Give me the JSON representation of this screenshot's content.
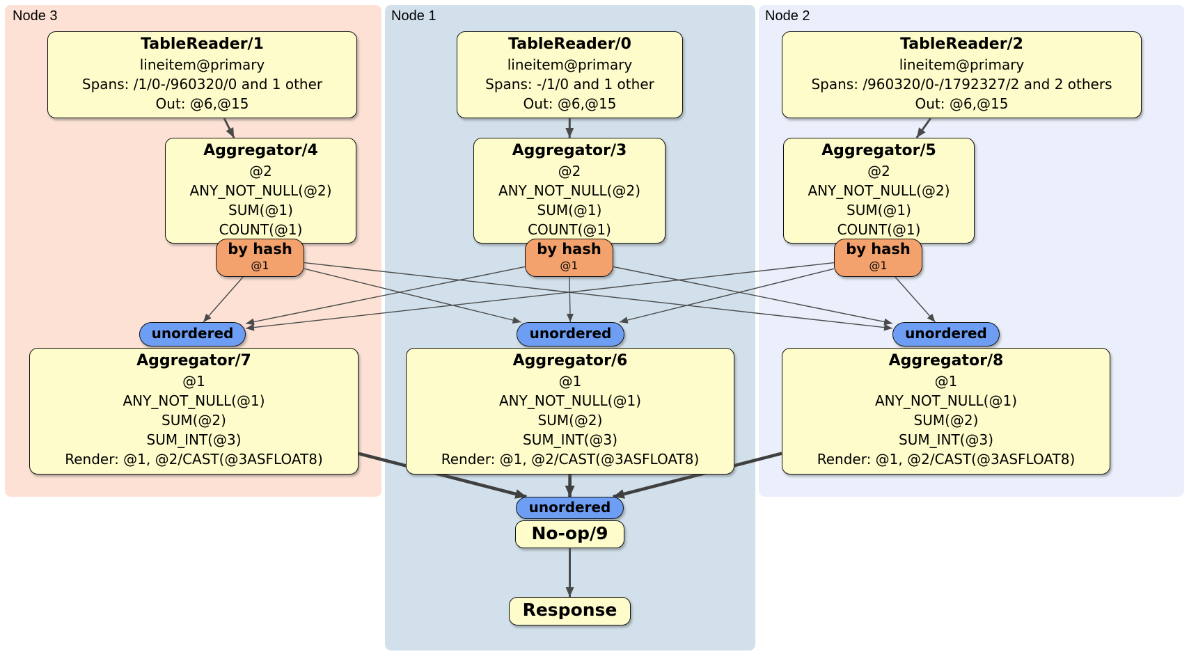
{
  "panels": {
    "node3": {
      "label": "Node 3"
    },
    "node1": {
      "label": "Node 1"
    },
    "node2": {
      "label": "Node 2"
    }
  },
  "processors": {
    "tablereader1": {
      "title": "TableReader/1",
      "lines": [
        "lineitem@primary",
        "Spans: /1/0-/960320/0 and 1 other",
        "Out: @6,@15"
      ]
    },
    "tablereader0": {
      "title": "TableReader/0",
      "lines": [
        "lineitem@primary",
        "Spans: -/1/0 and 1 other",
        "Out: @6,@15"
      ]
    },
    "tablereader2": {
      "title": "TableReader/2",
      "lines": [
        "lineitem@primary",
        "Spans: /960320/0-/1792327/2 and 2 others",
        "Out: @6,@15"
      ]
    },
    "aggregator4": {
      "title": "Aggregator/4",
      "lines": [
        "@2",
        "ANY_NOT_NULL(@2)",
        "SUM(@1)",
        "COUNT(@1)"
      ]
    },
    "aggregator3": {
      "title": "Aggregator/3",
      "lines": [
        "@2",
        "ANY_NOT_NULL(@2)",
        "SUM(@1)",
        "COUNT(@1)"
      ]
    },
    "aggregator5": {
      "title": "Aggregator/5",
      "lines": [
        "@2",
        "ANY_NOT_NULL(@2)",
        "SUM(@1)",
        "COUNT(@1)"
      ]
    },
    "router4": {
      "label": "by hash",
      "detail": "@1"
    },
    "router3": {
      "label": "by hash",
      "detail": "@1"
    },
    "router5": {
      "label": "by hash",
      "detail": "@1"
    },
    "sync7": {
      "label": "unordered"
    },
    "sync6": {
      "label": "unordered"
    },
    "sync8": {
      "label": "unordered"
    },
    "aggregator7": {
      "title": "Aggregator/7",
      "lines": [
        "@1",
        "ANY_NOT_NULL(@1)",
        "SUM(@2)",
        "SUM_INT(@3)",
        "Render: @1, @2/CAST(@3ASFLOAT8)"
      ]
    },
    "aggregator6": {
      "title": "Aggregator/6",
      "lines": [
        "@1",
        "ANY_NOT_NULL(@1)",
        "SUM(@2)",
        "SUM_INT(@3)",
        "Render: @1, @2/CAST(@3ASFLOAT8)"
      ]
    },
    "aggregator8": {
      "title": "Aggregator/8",
      "lines": [
        "@1",
        "ANY_NOT_NULL(@1)",
        "SUM(@2)",
        "SUM_INT(@3)",
        "Render: @1, @2/CAST(@3ASFLOAT8)"
      ]
    },
    "sync9": {
      "label": "unordered"
    },
    "noop9": {
      "title": "No-op/9"
    },
    "response": {
      "title": "Response"
    }
  },
  "colors": {
    "panel_node3": "#fce1d4",
    "panel_node1": "#d1e0ea",
    "panel_node2": "#eaeffb",
    "processor_fill": "#fdfcca",
    "router_fill": "#f4a26d",
    "sync_fill": "#6d9ef3",
    "edge": "#4a4a4a"
  },
  "edges": [
    {
      "from": "tablereader-1",
      "to": "aggregator-4",
      "style": "medium"
    },
    {
      "from": "tablereader-0",
      "to": "aggregator-3",
      "style": "medium"
    },
    {
      "from": "tablereader-2",
      "to": "aggregator-5",
      "style": "medium"
    },
    {
      "from": "router-4",
      "to": "sync-7",
      "style": "thin"
    },
    {
      "from": "router-4",
      "to": "sync-6",
      "style": "thin"
    },
    {
      "from": "router-4",
      "to": "sync-8",
      "style": "thin"
    },
    {
      "from": "router-3",
      "to": "sync-7",
      "style": "thin"
    },
    {
      "from": "router-3",
      "to": "sync-6",
      "style": "thin"
    },
    {
      "from": "router-3",
      "to": "sync-8",
      "style": "thin"
    },
    {
      "from": "router-5",
      "to": "sync-7",
      "style": "thin"
    },
    {
      "from": "router-5",
      "to": "sync-6",
      "style": "thin"
    },
    {
      "from": "router-5",
      "to": "sync-8",
      "style": "thin"
    },
    {
      "from": "aggregator-7",
      "to": "sync-9",
      "style": "thick"
    },
    {
      "from": "aggregator-6",
      "to": "sync-9",
      "style": "thick"
    },
    {
      "from": "aggregator-8",
      "to": "sync-9",
      "style": "thick"
    },
    {
      "from": "noop-9",
      "to": "response",
      "style": "medium"
    }
  ]
}
